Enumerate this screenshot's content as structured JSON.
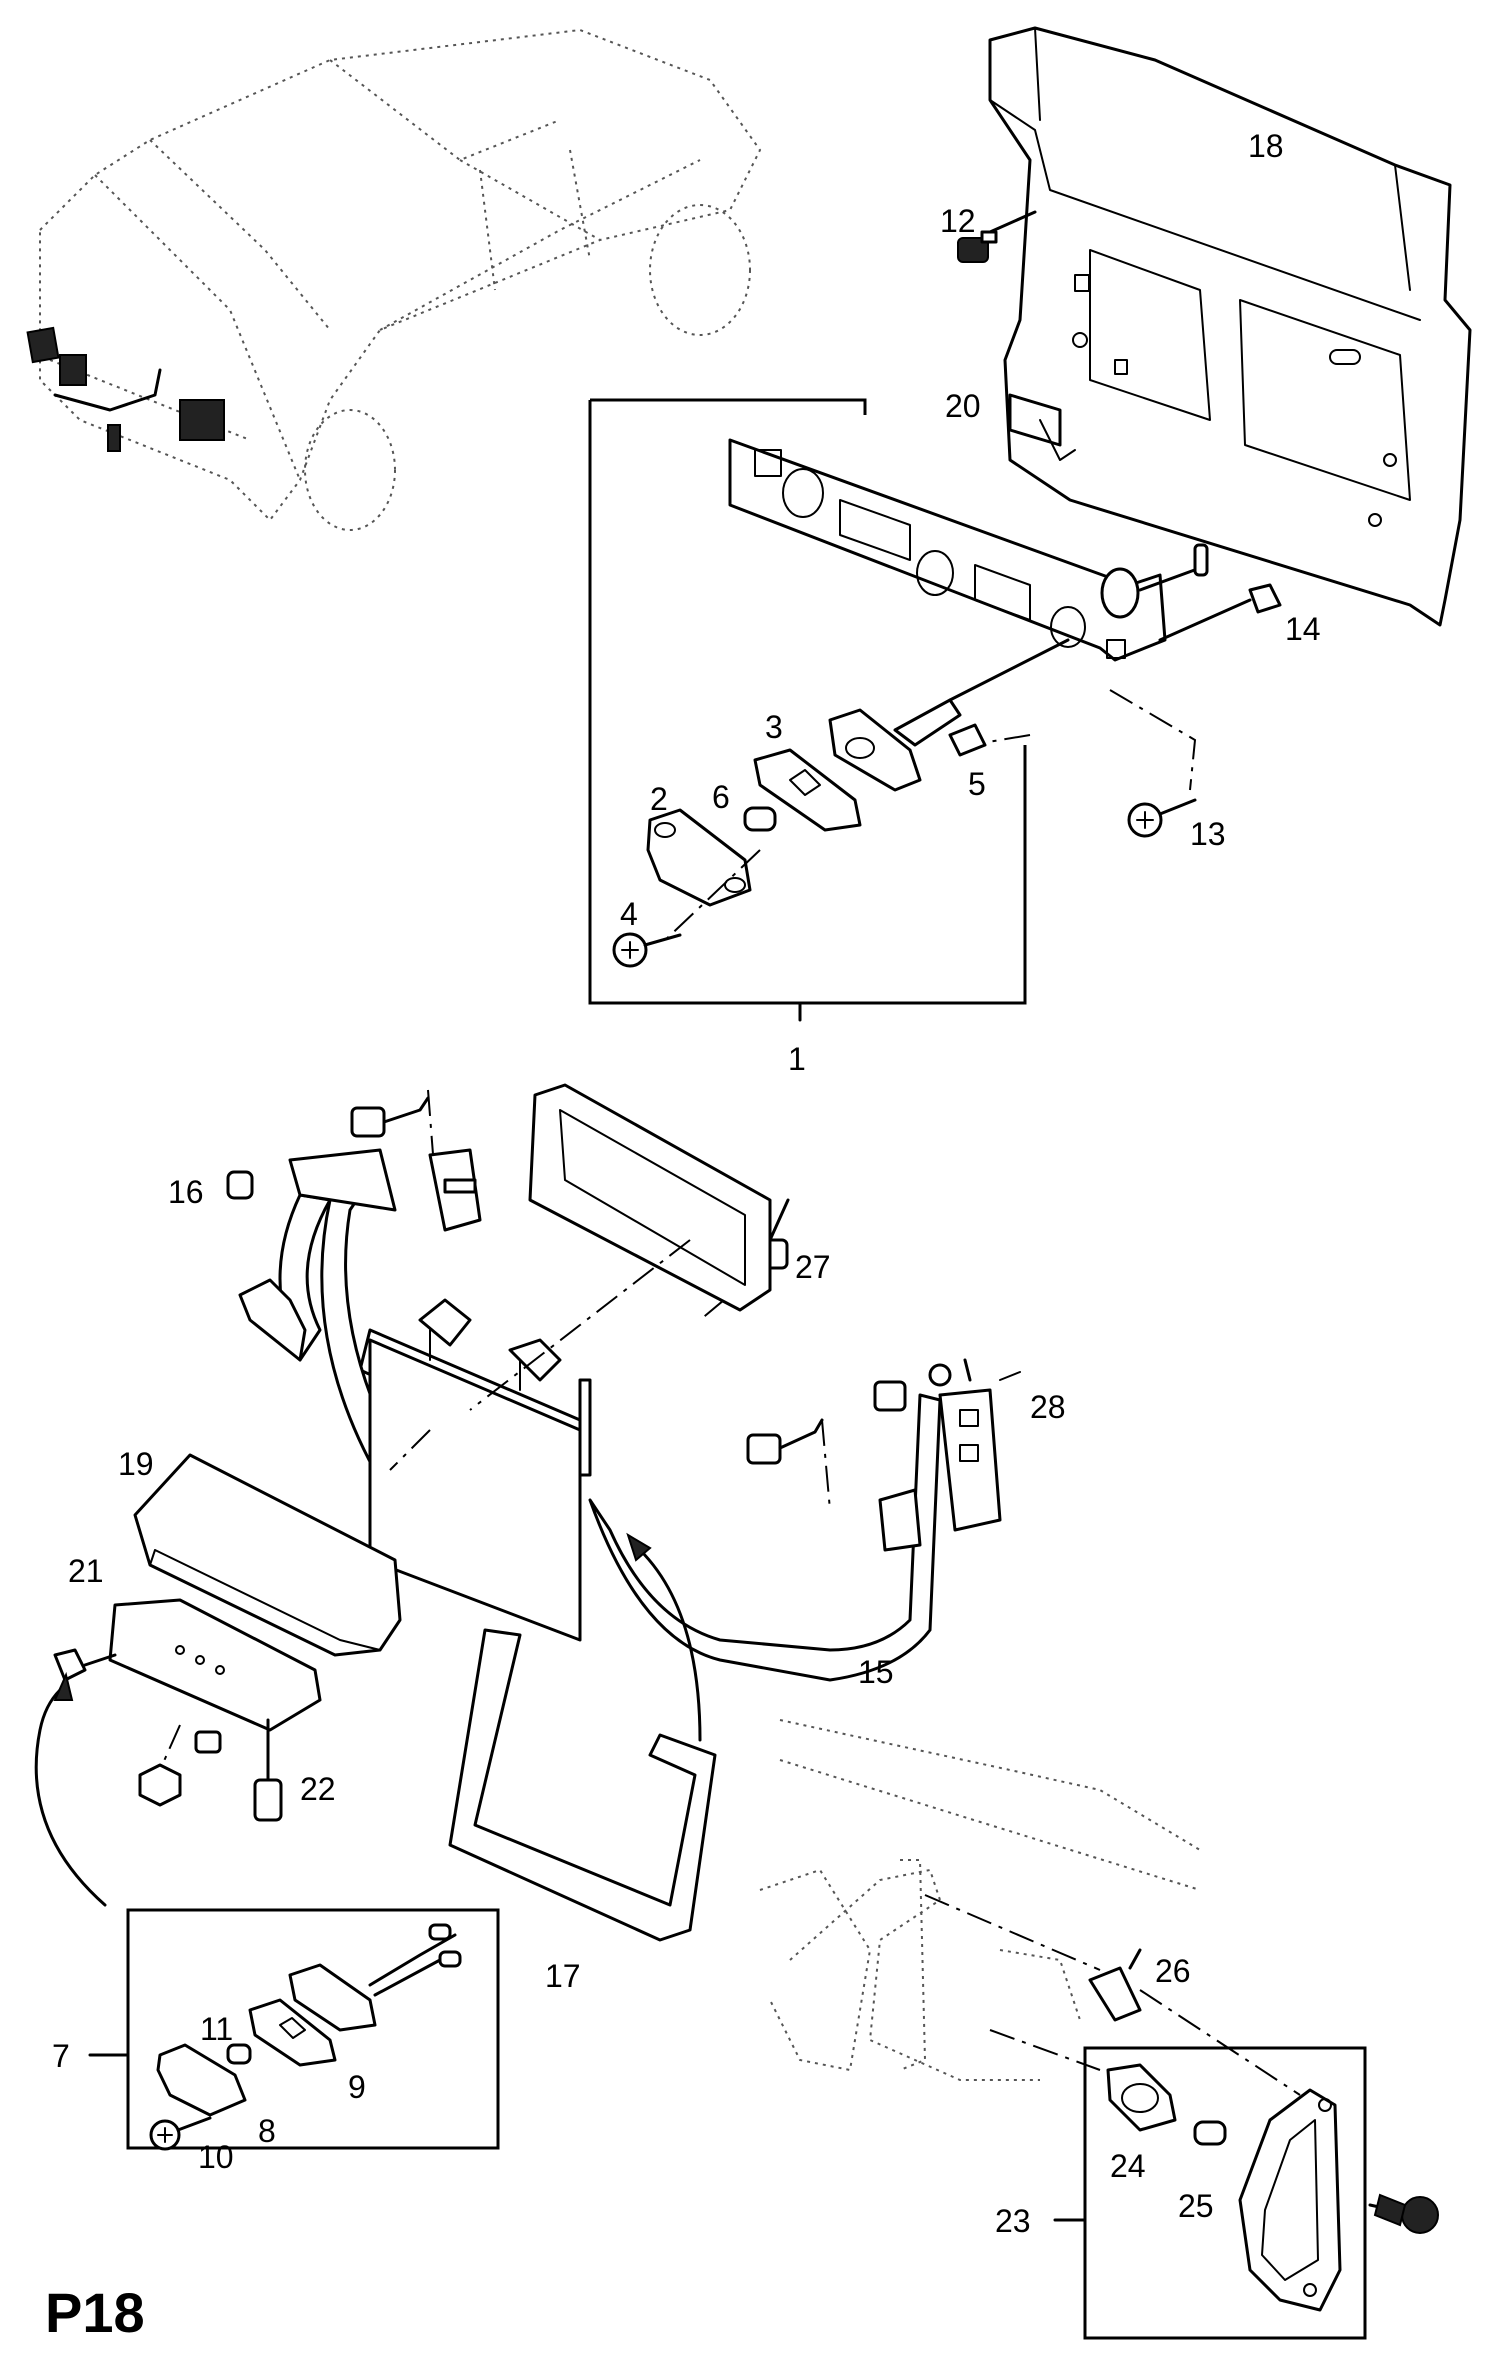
{
  "page_code": "P18",
  "callouts": [
    {
      "id": "1",
      "text": "1"
    },
    {
      "id": "2",
      "text": "2"
    },
    {
      "id": "3",
      "text": "3"
    },
    {
      "id": "4",
      "text": "4"
    },
    {
      "id": "5",
      "text": "5"
    },
    {
      "id": "6",
      "text": "6"
    },
    {
      "id": "7",
      "text": "7"
    },
    {
      "id": "8",
      "text": "8"
    },
    {
      "id": "9",
      "text": "9"
    },
    {
      "id": "10",
      "text": "10"
    },
    {
      "id": "11",
      "text": "11"
    },
    {
      "id": "12",
      "text": "12"
    },
    {
      "id": "13",
      "text": "13"
    },
    {
      "id": "14",
      "text": "14"
    },
    {
      "id": "15",
      "text": "15"
    },
    {
      "id": "16",
      "text": "16"
    },
    {
      "id": "17",
      "text": "17"
    },
    {
      "id": "18",
      "text": "18"
    },
    {
      "id": "19",
      "text": "19"
    },
    {
      "id": "20",
      "text": "20"
    },
    {
      "id": "21",
      "text": "21"
    },
    {
      "id": "22",
      "text": "22"
    },
    {
      "id": "23",
      "text": "23"
    },
    {
      "id": "24",
      "text": "24"
    },
    {
      "id": "25",
      "text": "25"
    },
    {
      "id": "26",
      "text": "26"
    },
    {
      "id": "27",
      "text": "27"
    },
    {
      "id": "28",
      "text": "28"
    }
  ]
}
